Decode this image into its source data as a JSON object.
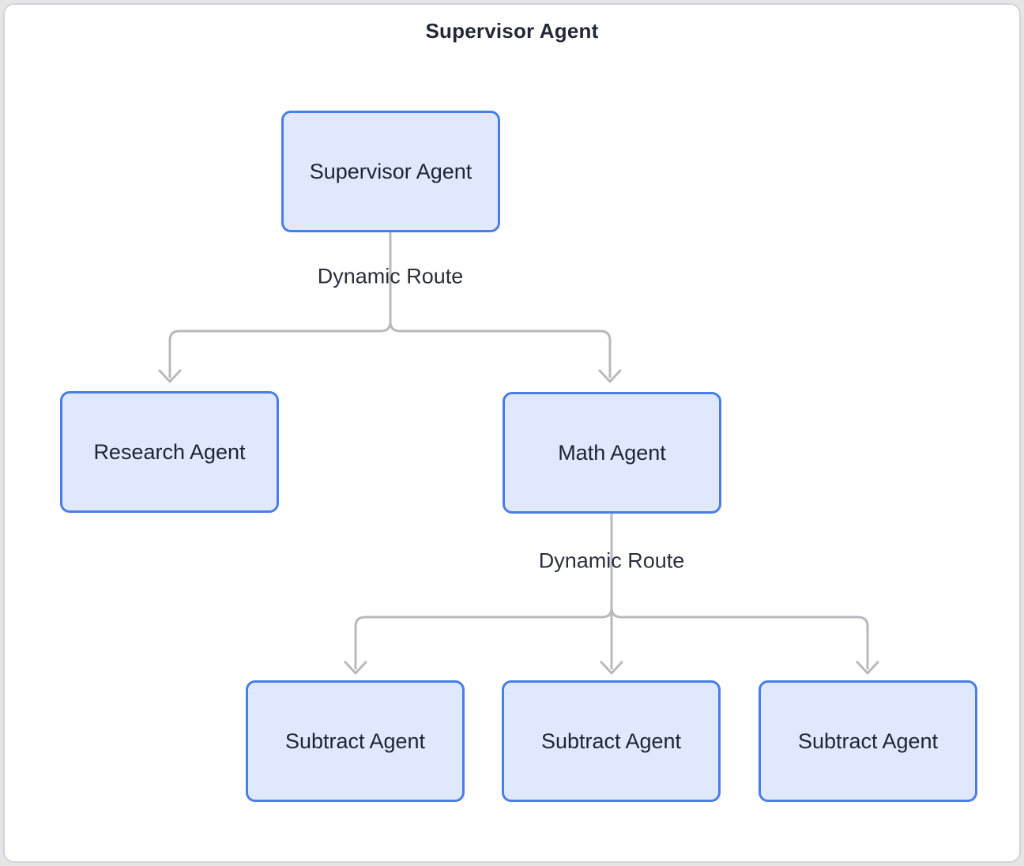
{
  "diagram": {
    "title": "Supervisor Agent",
    "nodes": [
      {
        "id": "supervisor",
        "label": "Supervisor Agent"
      },
      {
        "id": "research",
        "label": "Research Agent"
      },
      {
        "id": "math",
        "label": "Math Agent"
      },
      {
        "id": "subtract-1",
        "label": "Subtract Agent"
      },
      {
        "id": "subtract-2",
        "label": "Subtract Agent"
      },
      {
        "id": "subtract-3",
        "label": "Subtract Agent"
      }
    ],
    "connectors": [
      {
        "from": "supervisor",
        "to": [
          "research",
          "math"
        ],
        "label": "Dynamic Route"
      },
      {
        "from": "math",
        "to": [
          "subtract-1",
          "subtract-2",
          "subtract-3"
        ],
        "label": "Dynamic Route"
      }
    ],
    "colors": {
      "node_fill": "#dfe8fc",
      "node_border": "#4a7de6",
      "node_text": "#1e2433",
      "edge": "#b9b9bd",
      "title_text": "#222835",
      "label_text": "#2a2f3a",
      "card_border": "#d4d4d8",
      "card_bg": "#ffffff",
      "page_bg": "#e5e5e9"
    }
  }
}
